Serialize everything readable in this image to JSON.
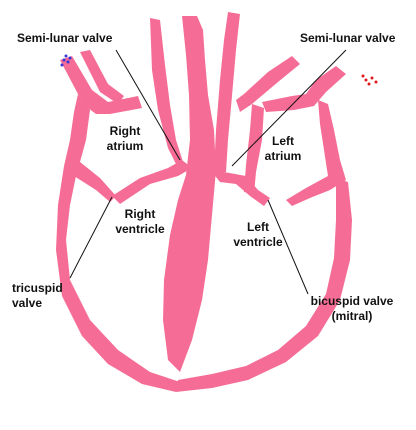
{
  "colors": {
    "heart_wall": "#f56d97",
    "leader_line": "#111111",
    "label_text": "#111111",
    "dot_blue": "#3a35d6",
    "dot_red": "#e01a1a"
  },
  "labels": {
    "semilunar_left": "Semi-lunar valve",
    "semilunar_right": "Semi-lunar valve",
    "right_atrium_1": "Right",
    "right_atrium_2": "atrium",
    "left_atrium_1": "Left",
    "left_atrium_2": "atrium",
    "right_ventricle_1": "Right",
    "right_ventricle_2": "ventricle",
    "left_ventricle_1": "Left",
    "left_ventricle_2": "ventricle",
    "tricuspid_1": "tricuspid",
    "tricuspid_2": "valve",
    "bicuspid_1": "bicuspid valve",
    "bicuspid_2": "(mitral)"
  }
}
